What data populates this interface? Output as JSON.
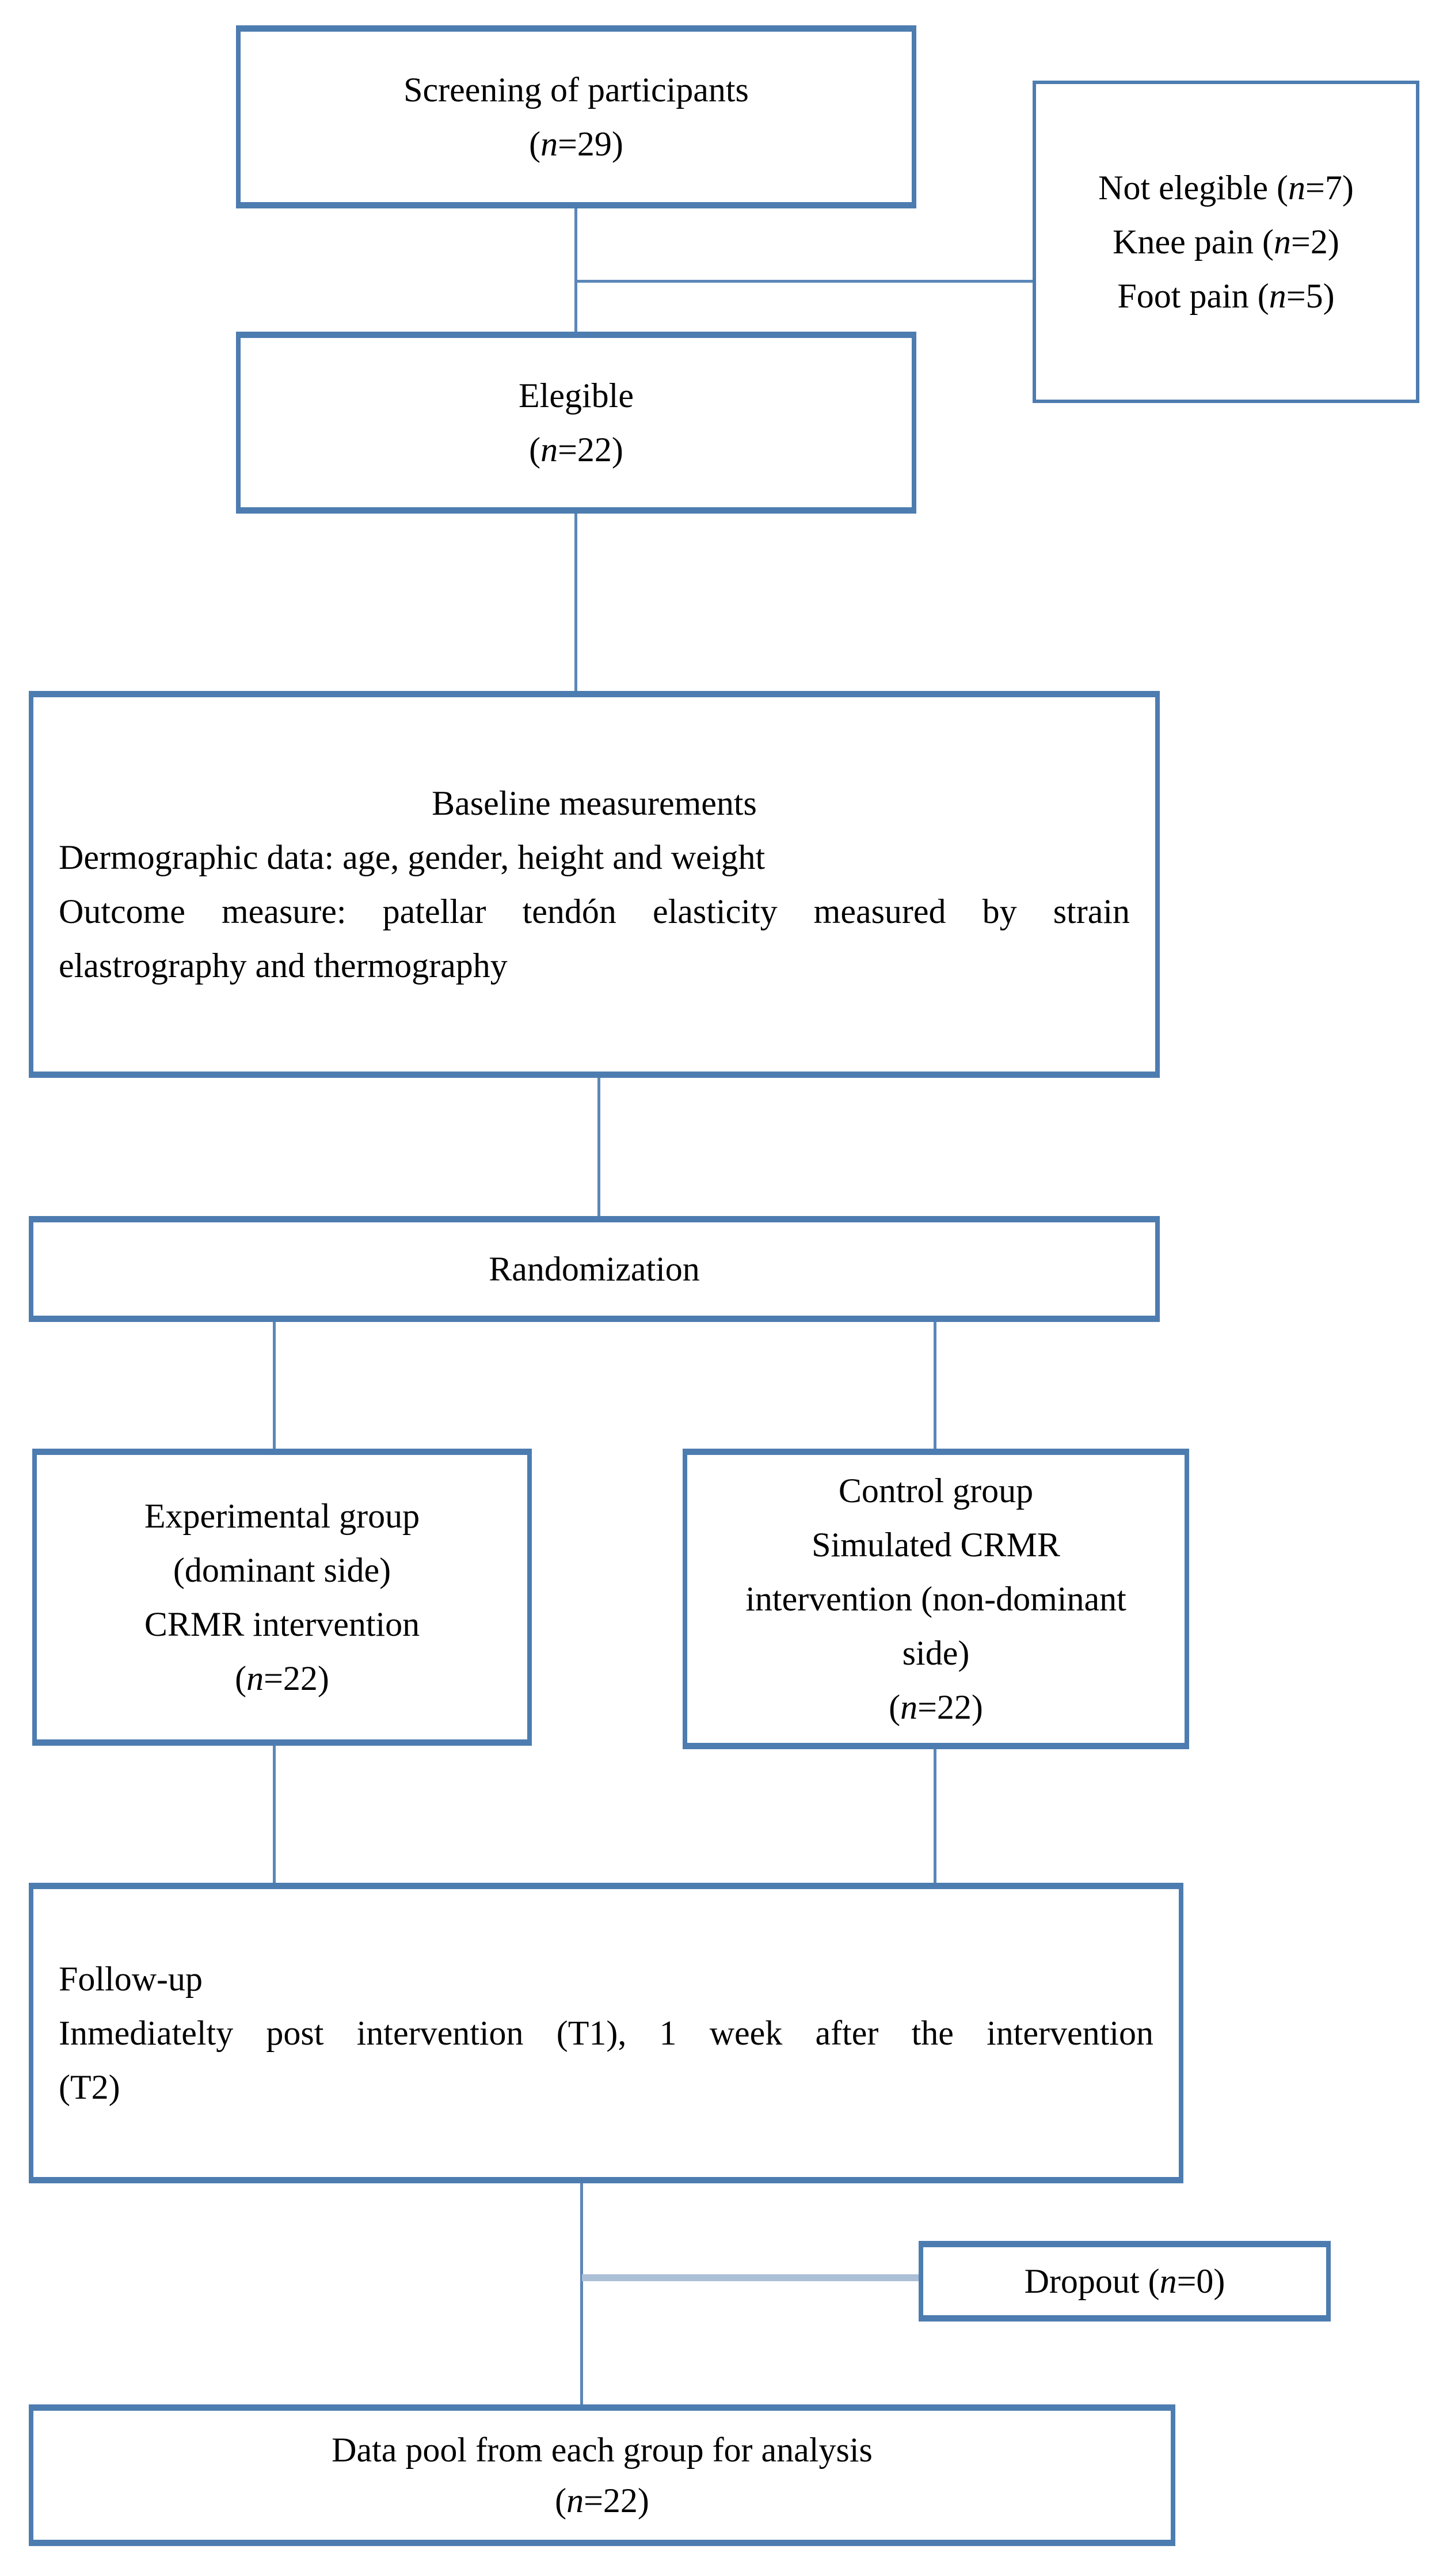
{
  "figure": {
    "type": "participant-flow-diagram",
    "box_border_color": "#4d7cb0",
    "connector_color": "#5b87b8",
    "dropout_connector_color": "#abbfd6"
  },
  "boxes": {
    "screening": {
      "title": "Screening of participants",
      "count": {
        "pre": "(",
        "var": "n",
        "post": "=29)"
      }
    },
    "not_elegible": {
      "items": [
        {
          "pre": "Not elegible (",
          "var": "n",
          "post": "=7)"
        },
        {
          "pre": "Knee pain (",
          "var": "n",
          "post": "=2)"
        },
        {
          "pre": "Foot pain (",
          "var": "n",
          "post": "=5)"
        }
      ]
    },
    "elegible": {
      "title": "Elegible",
      "count": {
        "pre": "(",
        "var": "n",
        "post": "=22)"
      }
    },
    "baseline": {
      "title": "Baseline measurements",
      "line1": "Dermographic data: age, gender, height and weight",
      "line2": "Outcome measure: patellar tendón elasticity measured by strain",
      "line3": "elastrography and thermography"
    },
    "randomization": {
      "title": "Randomization"
    },
    "experimental": {
      "line1": "Experimental group",
      "line2": "(dominant side)",
      "line3": "CRMR intervention",
      "count": {
        "pre": "(",
        "var": "n",
        "post": "=22)"
      }
    },
    "control": {
      "line1": "Control group",
      "line2": "Simulated CRMR",
      "line3": "intervention (non-dominant",
      "line4": "side)",
      "count": {
        "pre": "(",
        "var": "n",
        "post": "=22)"
      }
    },
    "followup": {
      "line1": "Follow-up",
      "line2": "Inmediatelty post intervention (T1), 1 week after the intervention",
      "line3": "(T2)"
    },
    "dropout": {
      "label": {
        "pre": "Dropout (",
        "var": "n",
        "post": "=0)"
      }
    },
    "datapool": {
      "title": "Data pool from each group for analysis",
      "count": {
        "pre": "(",
        "var": "n",
        "post": "=22)"
      }
    }
  }
}
